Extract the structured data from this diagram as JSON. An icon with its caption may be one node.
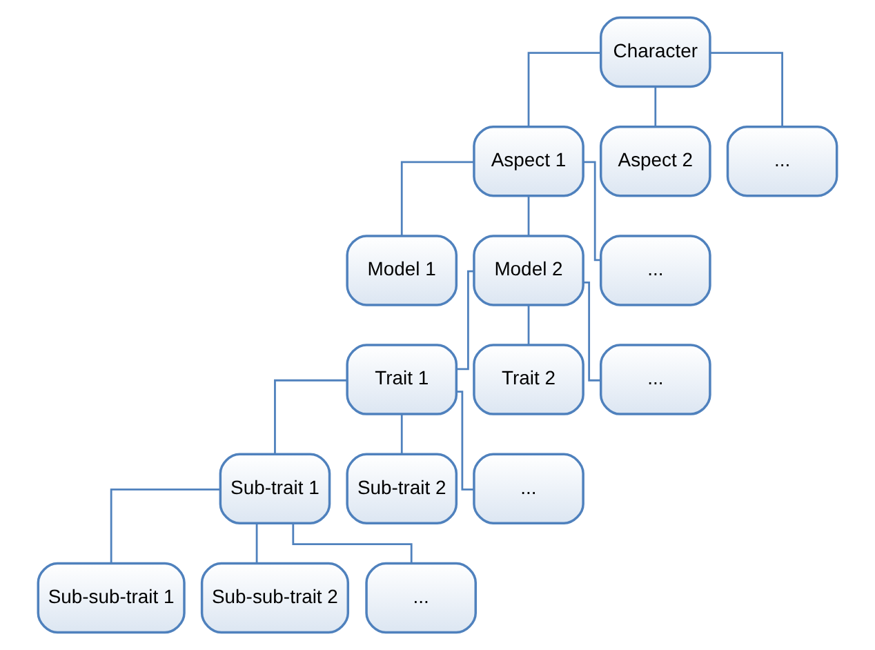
{
  "diagram": {
    "nodes": [
      {
        "text": [
          "Character"
        ]
      },
      {
        "text": [
          "Aspect 1"
        ]
      },
      {
        "text": [
          "Aspect 2"
        ]
      },
      {
        "text": [
          "..."
        ]
      },
      {
        "text": [
          "Model 1"
        ]
      },
      {
        "text": [
          "Model 2"
        ]
      },
      {
        "text": [
          "..."
        ]
      },
      {
        "text": [
          "Trait 1"
        ]
      },
      {
        "text": [
          "Trait 2"
        ]
      },
      {
        "text": [
          "..."
        ]
      },
      {
        "text": [
          "Sub-trait 1"
        ]
      },
      {
        "text": [
          "Sub-trait 2"
        ]
      },
      {
        "text": [
          "..."
        ]
      },
      {
        "text": [
          "Sub-sub-trait 1"
        ]
      },
      {
        "text": [
          "Sub-sub-trait 2"
        ]
      },
      {
        "text": [
          "..."
        ]
      }
    ],
    "edges": [
      {
        "from": 0,
        "to": 1,
        "arrow": "none"
      },
      {
        "from": 0,
        "to": 2,
        "arrow": "none"
      },
      {
        "from": 0,
        "to": 3,
        "arrow": "none"
      },
      {
        "from": 1,
        "to": 4,
        "arrow": "none"
      },
      {
        "from": 1,
        "to": 5,
        "arrow": "none"
      },
      {
        "from": 1,
        "to": 6,
        "arrow": "none"
      },
      {
        "from": 5,
        "to": 7,
        "arrow": "none"
      },
      {
        "from": 5,
        "to": 8,
        "arrow": "none"
      },
      {
        "from": 5,
        "to": 9,
        "arrow": "none"
      },
      {
        "from": 7,
        "to": 10,
        "arrow": "none"
      },
      {
        "from": 7,
        "to": 11,
        "arrow": "none"
      },
      {
        "from": 7,
        "to": 12,
        "arrow": "none"
      },
      {
        "from": 10,
        "to": 13,
        "arrow": "none"
      },
      {
        "from": 10,
        "to": 14,
        "arrow": "none"
      },
      {
        "from": 10,
        "to": 15,
        "arrow": "none"
      }
    ]
  }
}
